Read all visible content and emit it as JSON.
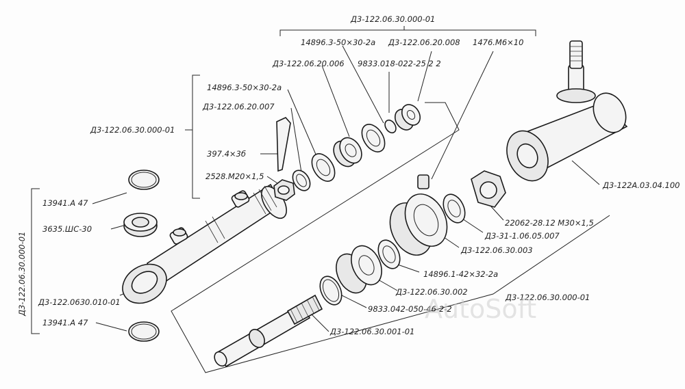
{
  "labels": {
    "top_assembly": "Д3-122.06.30.000-01",
    "left_assembly": "Д3-122.06.30.000-01",
    "right_assembly": "Д3-122.06.30.000-01",
    "vertical_assembly": "Д3-122.06.30.000-01",
    "ring_seal_a": "14896.3-50×30-2а",
    "bushing_008": "Д3-122.06.20.008",
    "screw_1476": "1476.М6×10",
    "piece_006": "Д3-122.06.20.006",
    "ring_9833_a": "9833.018-022-25 2 2",
    "ring_seal_b": "14896.3-50×30-2а",
    "piece_007": "Д3-122.06.20.007",
    "pin_397": "397.4×3б",
    "nut_2528": "2528.М20×1,5",
    "ring_13941_top": "13941.А 47",
    "bearing_3635": "3635.ШС-30",
    "body_010": "Д3-122.0630.010-01",
    "ring_13941_bottom": "13941.А 47",
    "ball_joint": "Д3-122А.03.04.100",
    "nut_22062": "22062-28.12 М30×1,5",
    "washer_007": "Д3-31-1.06.05.007",
    "nut_003": "Д3-122.06.30.003",
    "ring_seal_c": "14896.1-42×32-2а",
    "piston_002": "Д3-122.06.30.002",
    "ring_9833_b": "9833.042-050-46-2-2",
    "rod_001": "Д3-122.06.30.001-01"
  },
  "watermark": "AutoSoft"
}
